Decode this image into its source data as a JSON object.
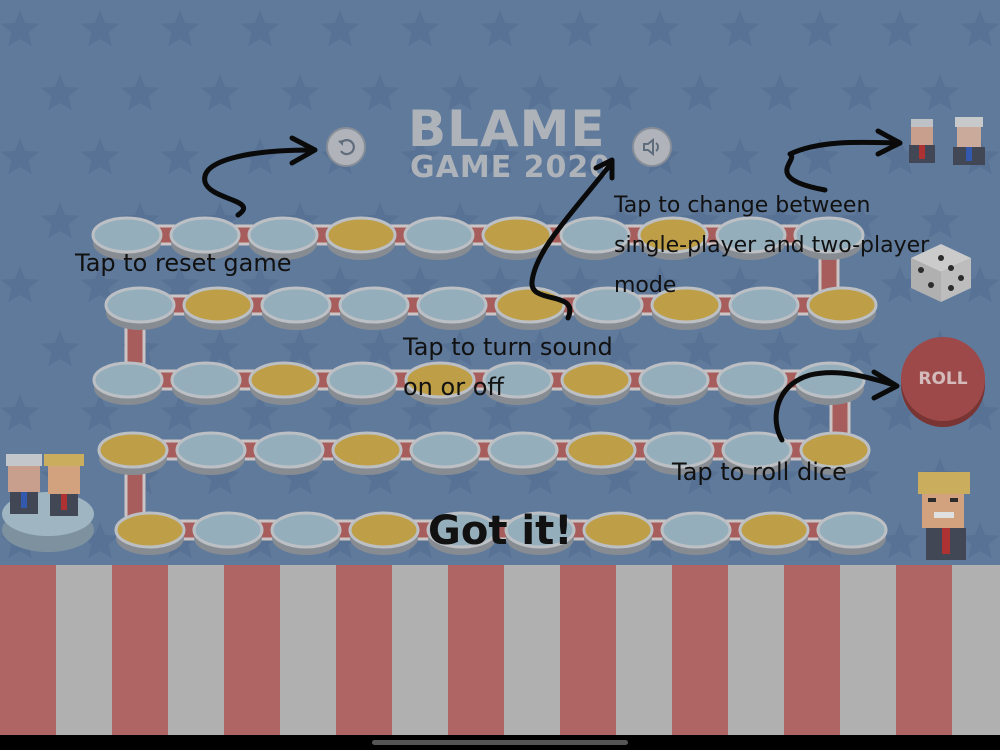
{
  "header": {
    "title_line1": "BLAME",
    "title_line2": "GAME 2020"
  },
  "controls": {
    "roll_label": "ROLL",
    "reset_icon": "undo-icon",
    "sound_icon": "speaker-icon",
    "mode_icon": "players-icon",
    "dice_icon": "dice-icon"
  },
  "tutorial": {
    "reset_note": "Tap to reset game",
    "mode_note_line1": "Tap to change between",
    "mode_note_line2": "single-player and two-player",
    "mode_note_line3": "mode",
    "sound_note_line1": "Tap to turn sound",
    "sound_note_line2": "on or off",
    "roll_note": "Tap to roll dice",
    "dismiss_label": "Got it!"
  },
  "colors": {
    "background": "#6e8bb2",
    "stripe_red": "#c97373",
    "stripe_white": "#c9c9c9",
    "path_red": "#c06a6a",
    "space_blue": "#a9c6d6",
    "space_gold": "#d9b651",
    "roll_button": "#b45454"
  },
  "board": {
    "rows": 5,
    "spaces_per_row": 10,
    "row_patterns": [
      "BBBGBGBGBB",
      "BGBBBGBGBG",
      "BBGBGBGBBB",
      "GBBGBBGBBG",
      "GBBGBBGBGB"
    ]
  }
}
